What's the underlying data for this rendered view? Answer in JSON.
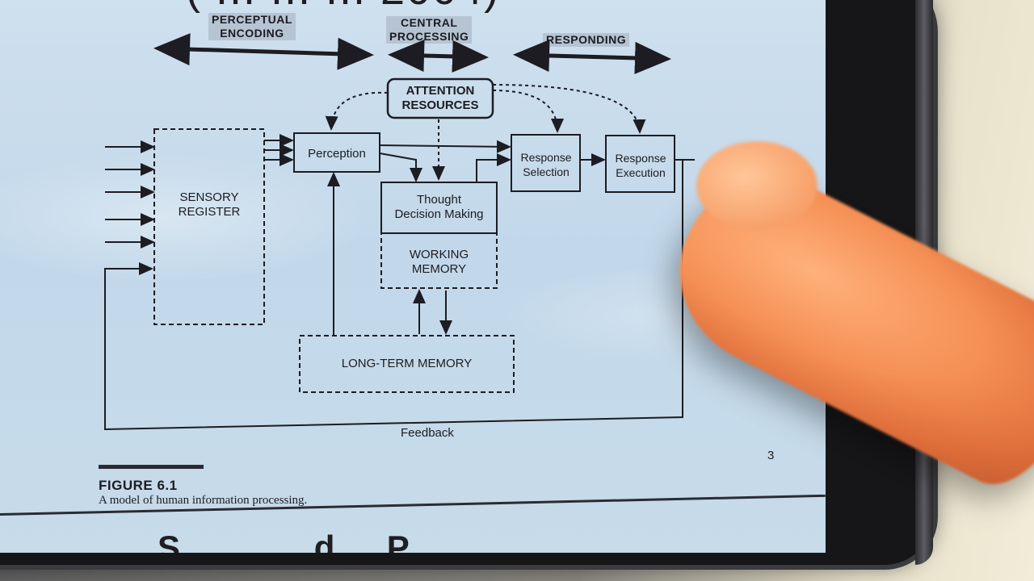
{
  "slide": {
    "top_title_fragment": "( ... ... ... 2004)",
    "bottom_title_fragment": "S ... ... ... d ... P ... ...",
    "page_number": "3"
  },
  "stages": {
    "perceptual": "PERCEPTUAL\nENCODING",
    "central": "CENTRAL\nPROCESSING",
    "responding": "RESPONDING"
  },
  "boxes": {
    "attention": "ATTENTION\nRESOURCES",
    "sensory": "SENSORY\nREGISTER",
    "perception": "Perception",
    "thought": "Thought\nDecision Making",
    "working": "WORKING\nMEMORY",
    "response_selection": "Response\nSelection",
    "response_execution": "Response\nExecution",
    "long_term": "LONG-TERM MEMORY"
  },
  "feedback_label": "Feedback",
  "figure": {
    "title": "FIGURE 6.1",
    "caption": "A model of human information processing."
  },
  "colors": {
    "screen": "#c5dae9",
    "ink": "#1c1c22",
    "finger": "#f59056"
  }
}
